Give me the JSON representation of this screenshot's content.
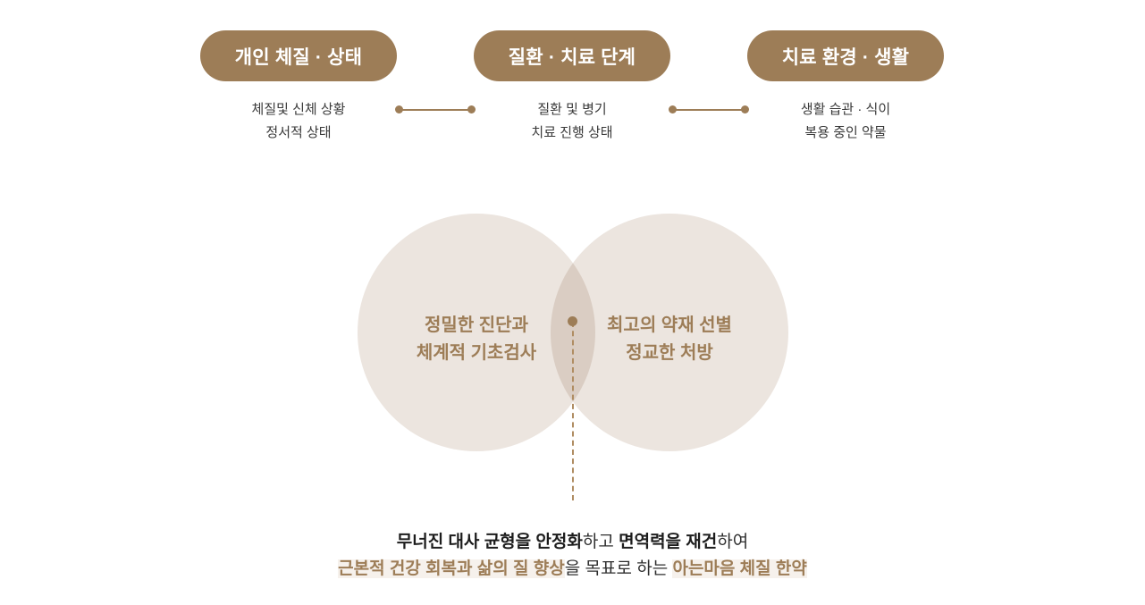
{
  "factors": [
    {
      "pill_label": "개인 체질 · 상태",
      "desc_line_1": "체질및  신체 상황",
      "desc_line_2": "정서적 상태"
    },
    {
      "pill_label": "질환 · 치료 단계",
      "desc_line_1": "질환 및 병기",
      "desc_line_2": "치료 진행 상태"
    },
    {
      "pill_label": "치료 환경 · 생활",
      "desc_line_1": "생활 습관 · 식이",
      "desc_line_2": "복용 중인 약물"
    }
  ],
  "venn": {
    "left": {
      "line_1": "정밀한 진단과",
      "line_2": "체계적 기초검사"
    },
    "right": {
      "line_1": "최고의 약재 선별",
      "line_2": "정교한 처방"
    }
  },
  "caption": {
    "line_1": {
      "seg_1": "무너진 대사 균형을 안정화",
      "seg_2": "하고 ",
      "seg_3": "면역력을 재건",
      "seg_4": "하여"
    },
    "line_2": {
      "seg_1": "근본적 건강 회복과 삶의 질 향상",
      "seg_2": "을 목표로 하는 ",
      "seg_3": "아는마음 체질 한약"
    }
  },
  "colors": {
    "brand_brown": "#9d7d57",
    "circle_fill": "#ece5df",
    "highlight_bg": "#f6f1ec",
    "text_dark": "#2e2e2e"
  }
}
